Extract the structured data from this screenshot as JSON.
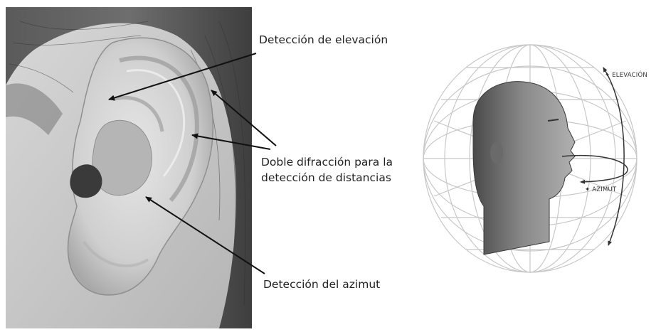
{
  "labels": {
    "elevation": "Detección de elevación",
    "double_diffraction_line1": "Doble difracción para la",
    "double_diffraction_line2": "detección de distancias",
    "azimuth": "Detección del azimut"
  },
  "head_figure": {
    "elevation_label": "ELEVACIÓN",
    "azimuth_label": "AZIMUT"
  }
}
